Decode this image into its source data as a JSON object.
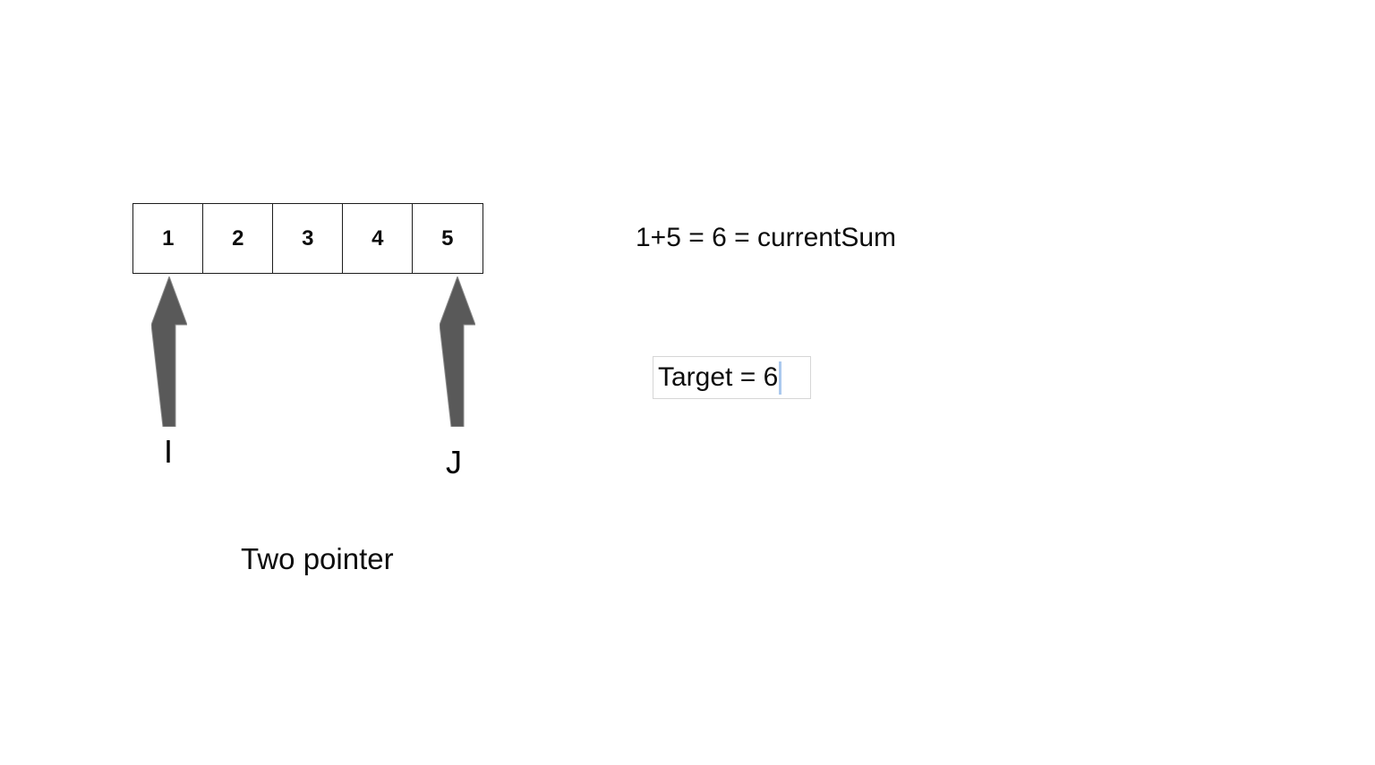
{
  "colors": {
    "background": "#ffffff",
    "cell_border": "#1c1c1c",
    "arrow": "#595959",
    "text": "#0d0d0d",
    "target_box_border": "#d6d6d6",
    "caret": "#abc9ee"
  },
  "array": {
    "cells": [
      "1",
      "2",
      "3",
      "4",
      "5"
    ]
  },
  "pointers": {
    "left_label": "I",
    "right_label": "J"
  },
  "equation": {
    "text": "1+5 = 6 = currentSum"
  },
  "target": {
    "text": "Target = 6"
  },
  "caption": {
    "text": "Two pointer"
  }
}
